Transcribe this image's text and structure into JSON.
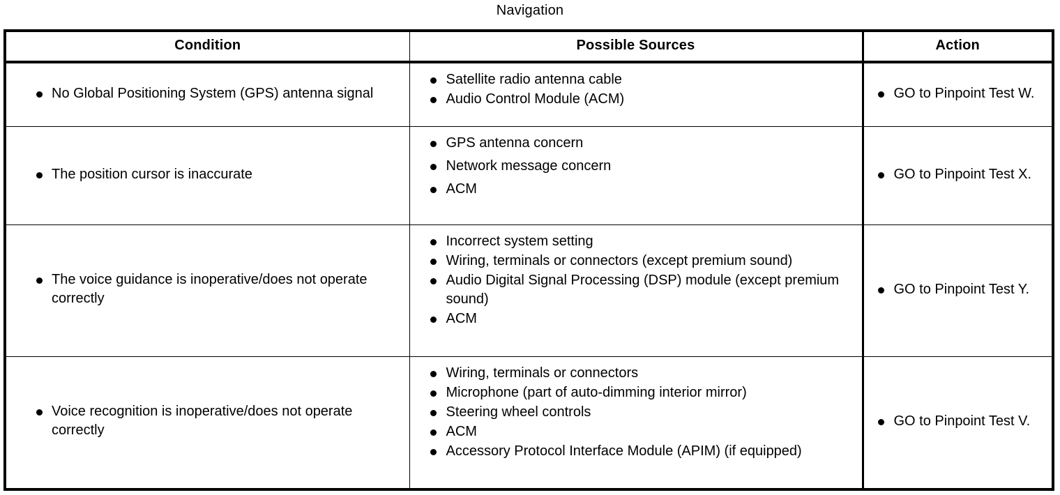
{
  "document": {
    "title": "Navigation"
  },
  "table": {
    "columns": [
      {
        "key": "condition",
        "label": "Condition"
      },
      {
        "key": "sources",
        "label": "Possible Sources"
      },
      {
        "key": "action",
        "label": "Action"
      }
    ],
    "rows": [
      {
        "condition": [
          "No Global Positioning System (GPS) antenna signal"
        ],
        "sources": [
          "Satellite radio antenna cable",
          "Audio Control Module (ACM)"
        ],
        "action": [
          "GO to Pinpoint Test W."
        ]
      },
      {
        "condition": [
          "The position cursor is inaccurate"
        ],
        "sources": [
          "GPS antenna concern",
          "Network message concern",
          "ACM"
        ],
        "action": [
          "GO to Pinpoint Test X."
        ]
      },
      {
        "condition": [
          "The voice guidance is inoperative/does not operate correctly"
        ],
        "sources": [
          "Incorrect system setting",
          "Wiring, terminals or connectors (except premium sound)",
          "Audio Digital Signal Processing (DSP) module (except premium sound)",
          "ACM"
        ],
        "action": [
          "GO to Pinpoint Test Y."
        ]
      },
      {
        "condition": [
          "Voice recognition is inoperative/does not operate correctly"
        ],
        "sources": [
          "Wiring, terminals or connectors",
          "Microphone (part of auto-dimming interior mirror)",
          "Steering wheel controls",
          "ACM",
          "Accessory Protocol Interface Module (APIM) (if equipped)"
        ],
        "action": [
          "GO to Pinpoint Test V."
        ]
      }
    ]
  },
  "style": {
    "text_color": "#000000",
    "background_color": "#ffffff",
    "border_color": "#000000"
  }
}
